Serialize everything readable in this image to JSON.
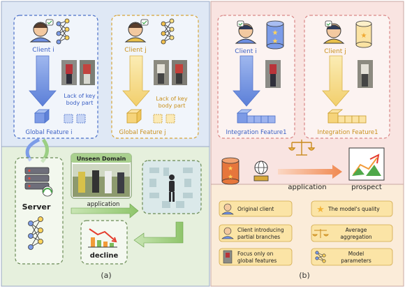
{
  "panel_a": {
    "client_i": "Client i",
    "client_j": "Client j",
    "lack_i": [
      "Lack of key",
      "body part"
    ],
    "lack_j": [
      "Lack of key",
      "body part"
    ],
    "global_i": "Global Feature i",
    "global_j": "Global Feature j",
    "server": "Server",
    "unseen_domain": "Unseen Domain",
    "application": "application",
    "decline": "decline",
    "caption": "(a)"
  },
  "panel_b": {
    "client_i": "Client i",
    "client_j": "Client j",
    "integration_i": "Integration Feature1",
    "integration_j": "Integration Feature1",
    "application": "application",
    "prospect": "prospect",
    "caption": "(b)"
  },
  "legend": {
    "original_client": "Original client",
    "quality": "The model's quality",
    "partial_branches": [
      "Client introducing",
      "partial branches"
    ],
    "average": [
      "Average",
      "aggregation"
    ],
    "global_only": [
      "Focus only on",
      "global features"
    ],
    "params": [
      "Model",
      "parameters"
    ]
  },
  "colors": {
    "panel_a_top_bg": "#dfe8f5",
    "panel_a_bottom_bg": "#e6f0dd",
    "panel_b_top_bg": "#f9e4e1",
    "panel_b_bottom_bg": "#fbecd9",
    "blue_text": "#3a5fc4",
    "gold_text": "#c8901d",
    "blue_arrow": "#6d8ee0",
    "yellow_arrow": "#f5dc87"
  }
}
